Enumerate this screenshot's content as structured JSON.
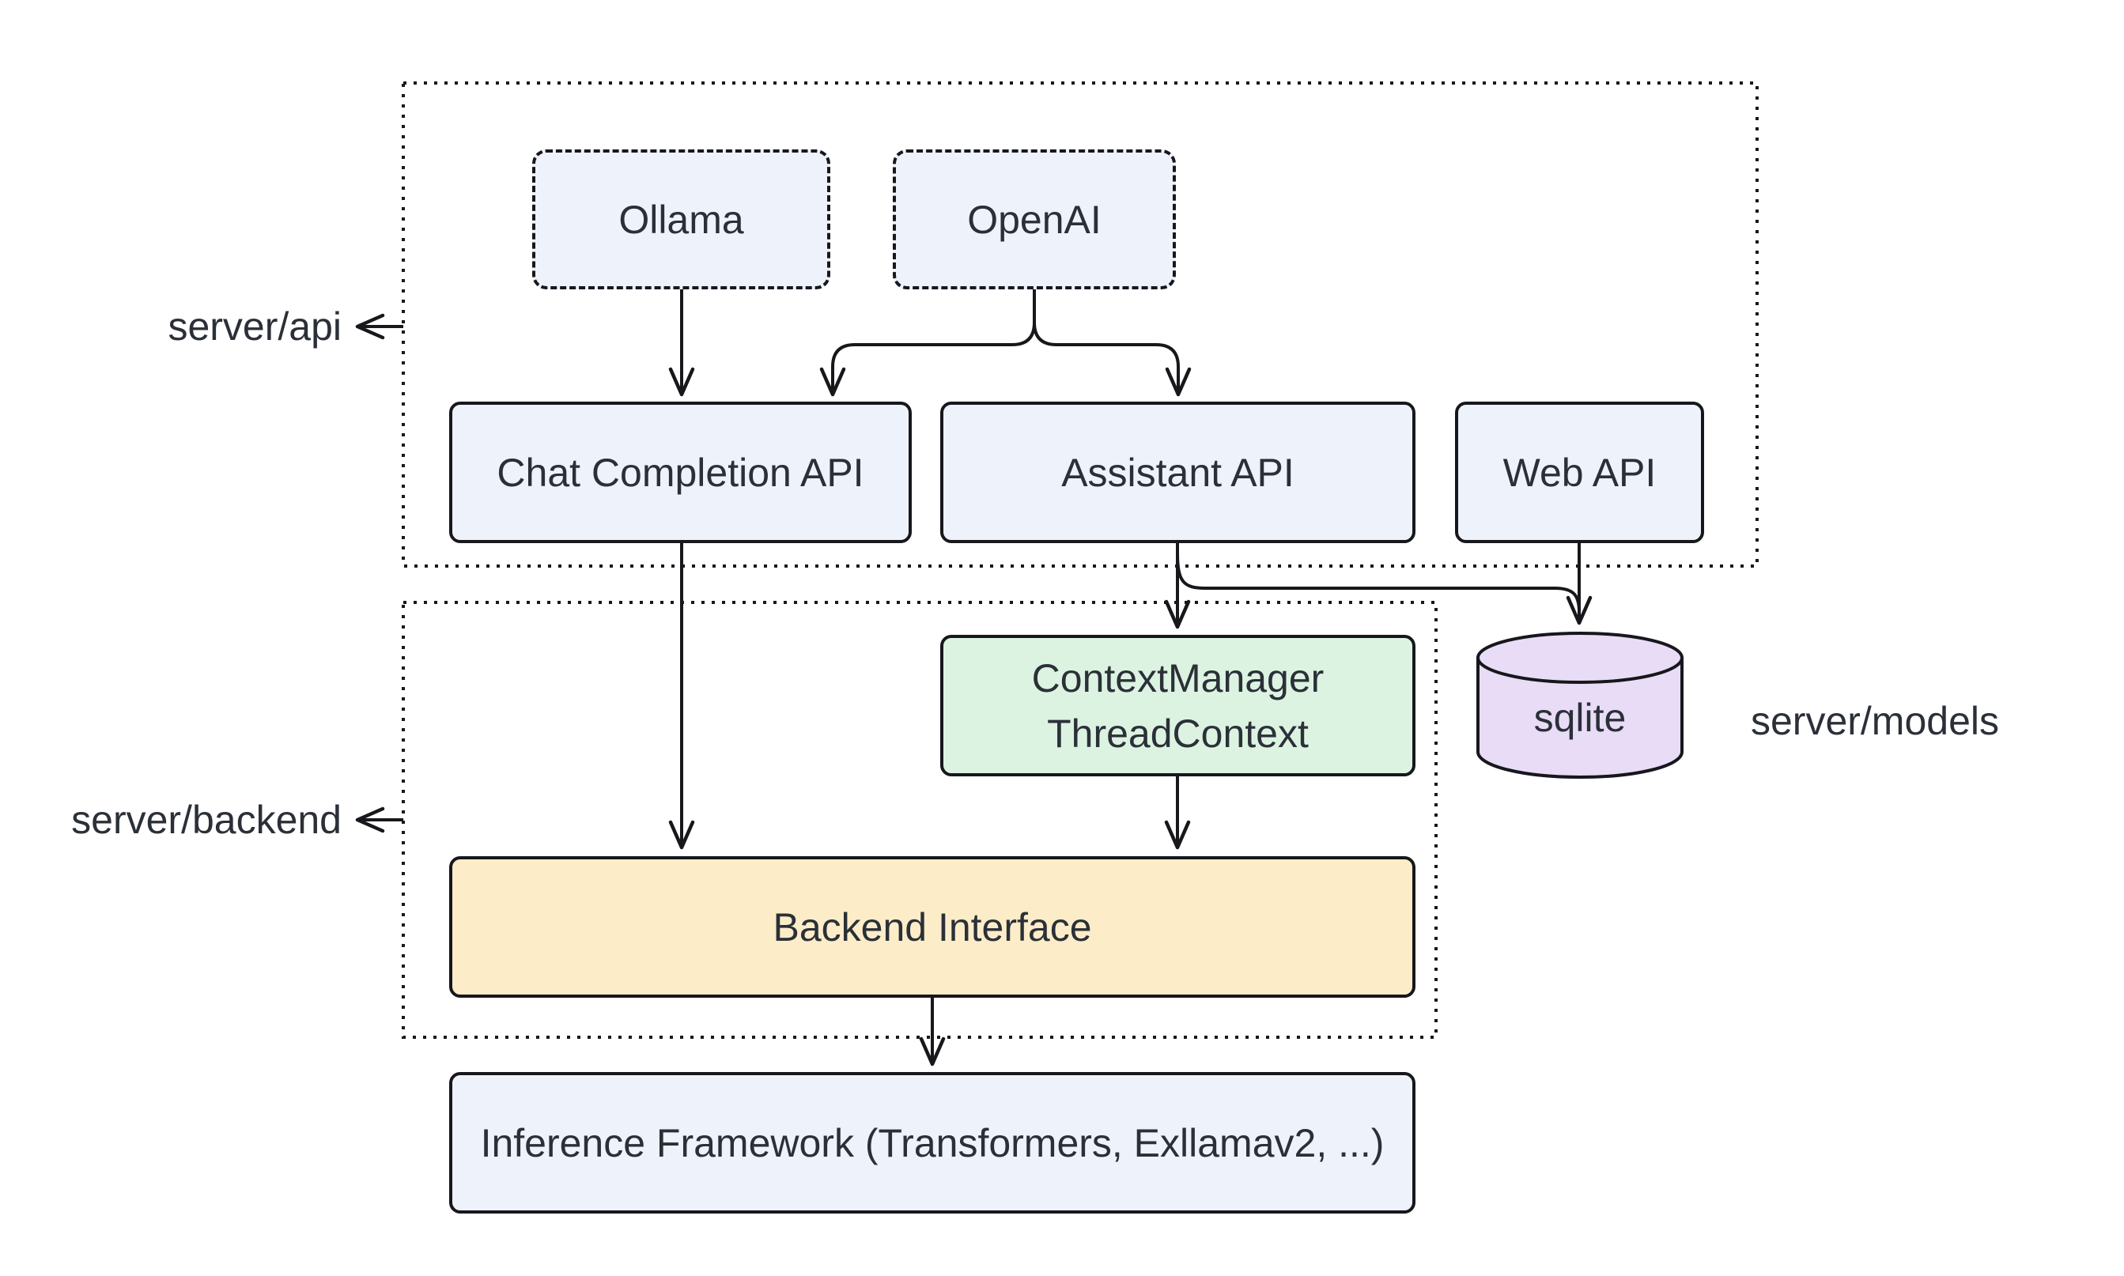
{
  "diagram": {
    "containers": {
      "api": {
        "label": "server/api"
      },
      "backend": {
        "label": "server/backend"
      }
    },
    "side_labels": {
      "models": "server/models"
    },
    "nodes": {
      "ollama": "Ollama",
      "openai": "OpenAI",
      "chat_completion": "Chat Completion API",
      "assistant": "Assistant API",
      "web": "Web API",
      "context_manager": {
        "line1": "ContextManager",
        "line2": "ThreadContext"
      },
      "sqlite": "sqlite",
      "backend_interface": "Backend Interface",
      "inference": "Inference Framework (Transformers, Exllamav2, ...)"
    },
    "colors": {
      "node_fill": "#eef2fb",
      "context_fill": "#dcf3e1",
      "backend_interface_fill": "#fcedc8",
      "sqlite_fill": "#e9dcf7",
      "stroke": "#17171c",
      "text": "#2b3038",
      "background": "#ffffff"
    }
  }
}
